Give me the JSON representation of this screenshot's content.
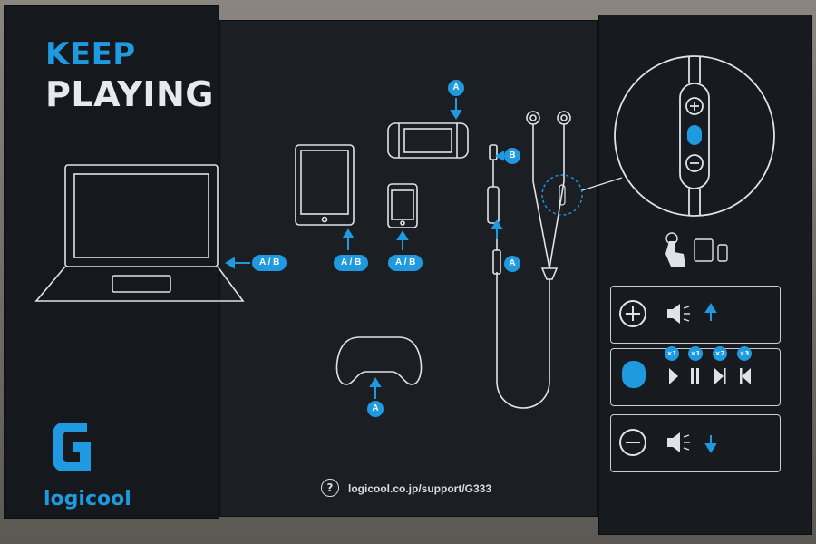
{
  "headline": {
    "line1": "KEEP",
    "line2": "PLAYING"
  },
  "brand": {
    "name": "logicool",
    "accent_color": "#1f9ae0"
  },
  "footer": {
    "url": "logicool.co.jp/support/G333",
    "help_symbol": "?"
  },
  "connection_labels": {
    "laptop": "A / B",
    "tablet": "A / B",
    "phone": "A / B",
    "switch": "A",
    "adapter": "B",
    "plug": "A",
    "controller": "A"
  },
  "controls": {
    "play_counts": [
      "×1",
      "×1",
      "×2",
      "×3"
    ]
  },
  "icons": [
    "laptop-icon",
    "tablet-icon",
    "phone-icon",
    "switch-console-icon",
    "gamepad-icon",
    "earphones-icon",
    "inline-remote-icon",
    "tap-hand-icon",
    "speaker-icon",
    "play-icon",
    "pause-icon",
    "next-track-icon",
    "previous-track-icon",
    "plus-icon",
    "minus-icon"
  ]
}
